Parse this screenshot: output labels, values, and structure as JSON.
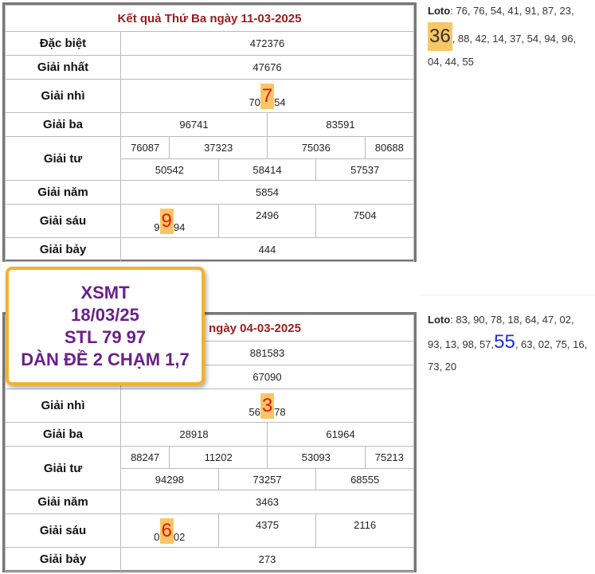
{
  "result1": {
    "title": "Kết quả Thứ Ba ngày 11-03-2025",
    "labels": [
      "Đặc biệt",
      "Giải nhất",
      "Giải nhì",
      "Giải ba",
      "Giải tư",
      "Giải năm",
      "Giải sáu",
      "Giải bảy"
    ],
    "dac_biet": "472376",
    "giai_nhat": "47676",
    "giai_nhi": {
      "pre": "70",
      "hl": "7",
      "post": "54"
    },
    "giai_ba": [
      "96741",
      "83591"
    ],
    "giai_tu_row1": [
      "76087",
      "37323",
      "75036",
      "80688"
    ],
    "giai_tu_row2": [
      "50542",
      "58414",
      "57537"
    ],
    "giai_nam": "5854",
    "giai_sau": [
      {
        "pre": "9",
        "hl": "9",
        "post": "94"
      },
      "2496",
      "7504"
    ],
    "giai_bay": "444"
  },
  "loto1": {
    "label": "Loto",
    "before": ": 76, 76, 54, 41, 91, 87, 23,",
    "highlight": "36",
    "after": ", 88, 42, 14, 37, 54, 94, 96, 04, 44, 55"
  },
  "result2": {
    "title_visible": "ngày 04-03-2025",
    "labels": [
      "Giải nhì",
      "Giải ba",
      "Giải tư",
      "Giải năm",
      "Giải sáu",
      "Giải bảy"
    ],
    "dac_biet": "881583",
    "giai_nhat": "67090",
    "giai_nhi": {
      "pre": "56",
      "hl": "3",
      "post": "78"
    },
    "giai_ba": [
      "28918",
      "61964"
    ],
    "giai_tu_row1": [
      "88247",
      "11202",
      "53093",
      "75213"
    ],
    "giai_tu_row2": [
      "94298",
      "73257",
      "68555"
    ],
    "giai_nam": "3463",
    "giai_sau": [
      {
        "pre": "0",
        "hl": "6",
        "post": "02"
      },
      "4375",
      "2116"
    ],
    "giai_bay": "273"
  },
  "loto2": {
    "label": "Loto",
    "before": ": 83, 90, 78, 18, 64, 47, 02, 93, 13, 98, 57,",
    "highlight": "55",
    "after": ", 63, 02, 75, 16, 73, 20"
  },
  "callout": {
    "line1": "XSMT",
    "line2": "18/03/25",
    "line3": "STL 79 97",
    "line4": "DÀN ĐỀ 2 CHẠM 1,7"
  }
}
